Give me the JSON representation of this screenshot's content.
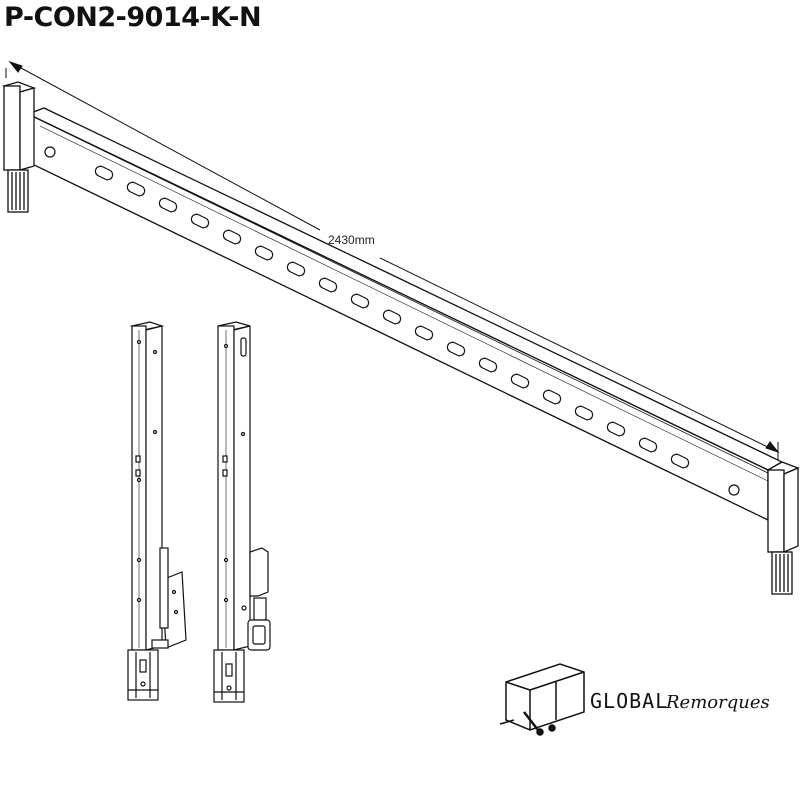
{
  "product": {
    "code": "P-CON2-9014-K-N"
  },
  "dimensions": {
    "length_label": "2430mm"
  },
  "logo": {
    "part_a": "GLOBAL",
    "part_b": "Remorques"
  },
  "colors": {
    "line": "#111111",
    "background": "#ffffff"
  }
}
